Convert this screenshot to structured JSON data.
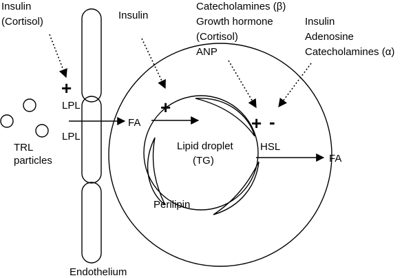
{
  "regulators": {
    "left_line1": "Insulin",
    "left_line2": "(Cortisol)",
    "center": "Insulin",
    "beta_line1": "Catecholamines (β)",
    "beta_line2": "Growth hormone",
    "beta_line3": "(Cortisol)",
    "beta_line4": "ANP",
    "alpha_line1": "Insulin",
    "alpha_line2": "Adenosine",
    "alpha_line3": "Catecholamines (α)"
  },
  "signs": {
    "lpl_plus": "+",
    "uptake_plus": "+",
    "hsl_plus": "+",
    "hsl_minus": "-"
  },
  "labels": {
    "lpl_upper": "LPL",
    "lpl_lower": "LPL",
    "trl_line1": "TRL",
    "trl_line2": "particles",
    "fa_in": "FA",
    "droplet_line1": "Lipid droplet",
    "droplet_line2": "(TG)",
    "hsl": "HSL",
    "fa_out": "FA",
    "perilipin": "Perilipin",
    "endothelium": "Endothelium"
  }
}
